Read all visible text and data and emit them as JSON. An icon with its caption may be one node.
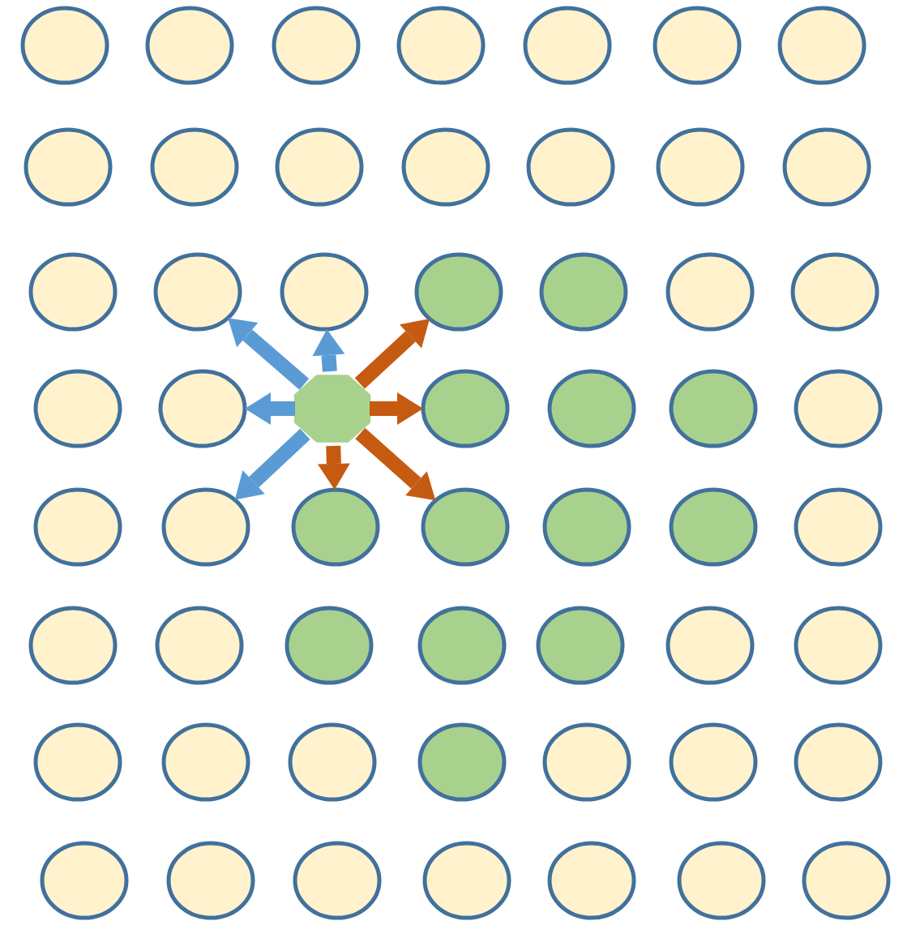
{
  "diagram": {
    "nodes": [
      {
        "text": [],
        "shape": "circle"
      },
      {
        "text": [],
        "shape": "circle"
      },
      {
        "text": [],
        "shape": "circle"
      },
      {
        "text": [],
        "shape": "circle"
      },
      {
        "text": [],
        "shape": "circle"
      },
      {
        "text": [],
        "shape": "circle"
      },
      {
        "text": [],
        "shape": "circle"
      },
      {
        "text": [],
        "shape": "circle"
      },
      {
        "text": [],
        "shape": "circle"
      },
      {
        "text": [],
        "shape": "circle"
      },
      {
        "text": [],
        "shape": "circle"
      },
      {
        "text": [],
        "shape": "circle"
      },
      {
        "text": [],
        "shape": "circle"
      },
      {
        "text": [],
        "shape": "circle"
      },
      {
        "text": [],
        "shape": "circle"
      },
      {
        "text": [],
        "shape": "circle"
      },
      {
        "text": [],
        "shape": "circle"
      },
      {
        "text": [],
        "shape": "circle"
      },
      {
        "text": [],
        "shape": "circle"
      },
      {
        "text": [],
        "shape": "circle"
      },
      {
        "text": [],
        "shape": "circle"
      },
      {
        "text": [],
        "shape": "circle"
      },
      {
        "text": [],
        "shape": "circle"
      },
      {
        "text": [],
        "shape": "octagon"
      },
      {
        "text": [],
        "shape": "circle"
      },
      {
        "text": [],
        "shape": "circle"
      },
      {
        "text": [],
        "shape": "circle"
      },
      {
        "text": [],
        "shape": "circle"
      },
      {
        "text": [],
        "shape": "circle"
      },
      {
        "text": [],
        "shape": "circle"
      },
      {
        "text": [],
        "shape": "circle"
      },
      {
        "text": [],
        "shape": "circle"
      },
      {
        "text": [],
        "shape": "circle"
      },
      {
        "text": [],
        "shape": "circle"
      },
      {
        "text": [],
        "shape": "circle"
      },
      {
        "text": [],
        "shape": "circle"
      },
      {
        "text": [],
        "shape": "circle"
      },
      {
        "text": [],
        "shape": "circle"
      },
      {
        "text": [],
        "shape": "circle"
      },
      {
        "text": [],
        "shape": "circle"
      },
      {
        "text": [],
        "shape": "circle"
      },
      {
        "text": [],
        "shape": "circle"
      },
      {
        "text": [],
        "shape": "circle"
      },
      {
        "text": [],
        "shape": "circle"
      },
      {
        "text": [],
        "shape": "circle"
      },
      {
        "text": [],
        "shape": "circle"
      },
      {
        "text": [],
        "shape": "circle"
      },
      {
        "text": [],
        "shape": "circle"
      },
      {
        "text": [],
        "shape": "circle"
      },
      {
        "text": [],
        "shape": "circle"
      },
      {
        "text": [],
        "shape": "circle"
      },
      {
        "text": [],
        "shape": "circle"
      },
      {
        "text": [],
        "shape": "circle"
      },
      {
        "text": [],
        "shape": "circle"
      },
      {
        "text": [],
        "shape": "circle"
      },
      {
        "text": [],
        "shape": "circle"
      }
    ],
    "edges": [
      {
        "from": 23,
        "to": 15,
        "arrow": "to",
        "color": "#5b9bd5"
      },
      {
        "from": 23,
        "to": 16,
        "arrow": "to",
        "color": "#5b9bd5"
      },
      {
        "from": 23,
        "to": 17,
        "arrow": "to",
        "color": "#c55a11"
      },
      {
        "from": 23,
        "to": 22,
        "arrow": "to",
        "color": "#5b9bd5"
      },
      {
        "from": 23,
        "to": 24,
        "arrow": "to",
        "color": "#c55a11"
      },
      {
        "from": 23,
        "to": 29,
        "arrow": "to",
        "color": "#5b9bd5"
      },
      {
        "from": 23,
        "to": 30,
        "arrow": "to",
        "color": "#c55a11"
      },
      {
        "from": 23,
        "to": 31,
        "arrow": "to",
        "color": "#c55a11"
      }
    ]
  }
}
